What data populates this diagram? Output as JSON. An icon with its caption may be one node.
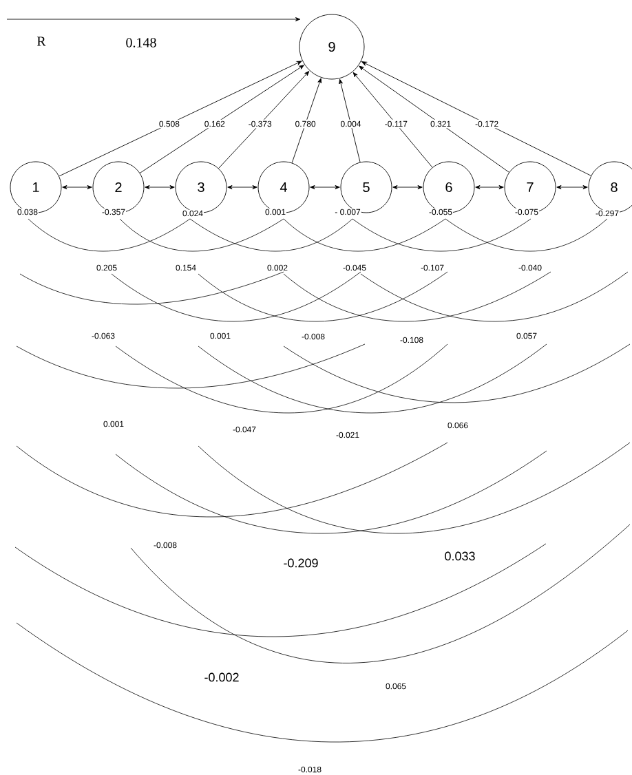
{
  "diagram": {
    "nodes": [
      {
        "text": [
          "9"
        ]
      },
      {
        "text": [
          "1"
        ]
      },
      {
        "text": [
          "2"
        ]
      },
      {
        "text": [
          "3"
        ]
      },
      {
        "text": [
          "4"
        ]
      },
      {
        "text": [
          "5"
        ]
      },
      {
        "text": [
          "6"
        ]
      },
      {
        "text": [
          "7"
        ]
      },
      {
        "text": [
          "8"
        ]
      }
    ],
    "edges": [
      {
        "from": null,
        "to": 0,
        "arrow": "to",
        "label": "0.148"
      },
      {
        "from": 1,
        "to": 0,
        "arrow": "to",
        "label": "0.508"
      },
      {
        "from": 2,
        "to": 0,
        "arrow": "to",
        "label": "0.162"
      },
      {
        "from": 3,
        "to": 0,
        "arrow": "to",
        "label": "-0.373"
      },
      {
        "from": 4,
        "to": 0,
        "arrow": "to",
        "label": "0.780"
      },
      {
        "from": 5,
        "to": 0,
        "arrow": "to",
        "label": "0.004"
      },
      {
        "from": 6,
        "to": 0,
        "arrow": "to",
        "label": "-0.117"
      },
      {
        "from": 7,
        "to": 0,
        "arrow": "to",
        "label": "0.321"
      },
      {
        "from": 8,
        "to": 0,
        "arrow": "to",
        "label": "-0.172"
      },
      {
        "from": 1,
        "to": 2,
        "arrow": "both"
      },
      {
        "from": 2,
        "to": 3,
        "arrow": "both"
      },
      {
        "from": 3,
        "to": 4,
        "arrow": "both"
      },
      {
        "from": 4,
        "to": 5,
        "arrow": "both"
      },
      {
        "from": 5,
        "to": 6,
        "arrow": "both"
      },
      {
        "from": 6,
        "to": 7,
        "arrow": "both"
      },
      {
        "from": 7,
        "to": 8,
        "arrow": "both"
      }
    ],
    "labels": [
      "R",
      "0.038",
      "-0.357",
      "0.024",
      "0.001",
      "- 0.007",
      "-0.055",
      "-0.075",
      "-0.297",
      "0.205",
      "0.154",
      "0.002",
      "-0.045",
      "-0.107",
      "-0.040",
      "-0.063",
      "0.001",
      "-0.008",
      "-0.108",
      "0.057",
      "0.001",
      "-0.047",
      "-0.021",
      "0.066",
      "-0.008",
      "-0.209",
      "0.033",
      "-0.002",
      "0.065",
      "-0.018"
    ]
  }
}
